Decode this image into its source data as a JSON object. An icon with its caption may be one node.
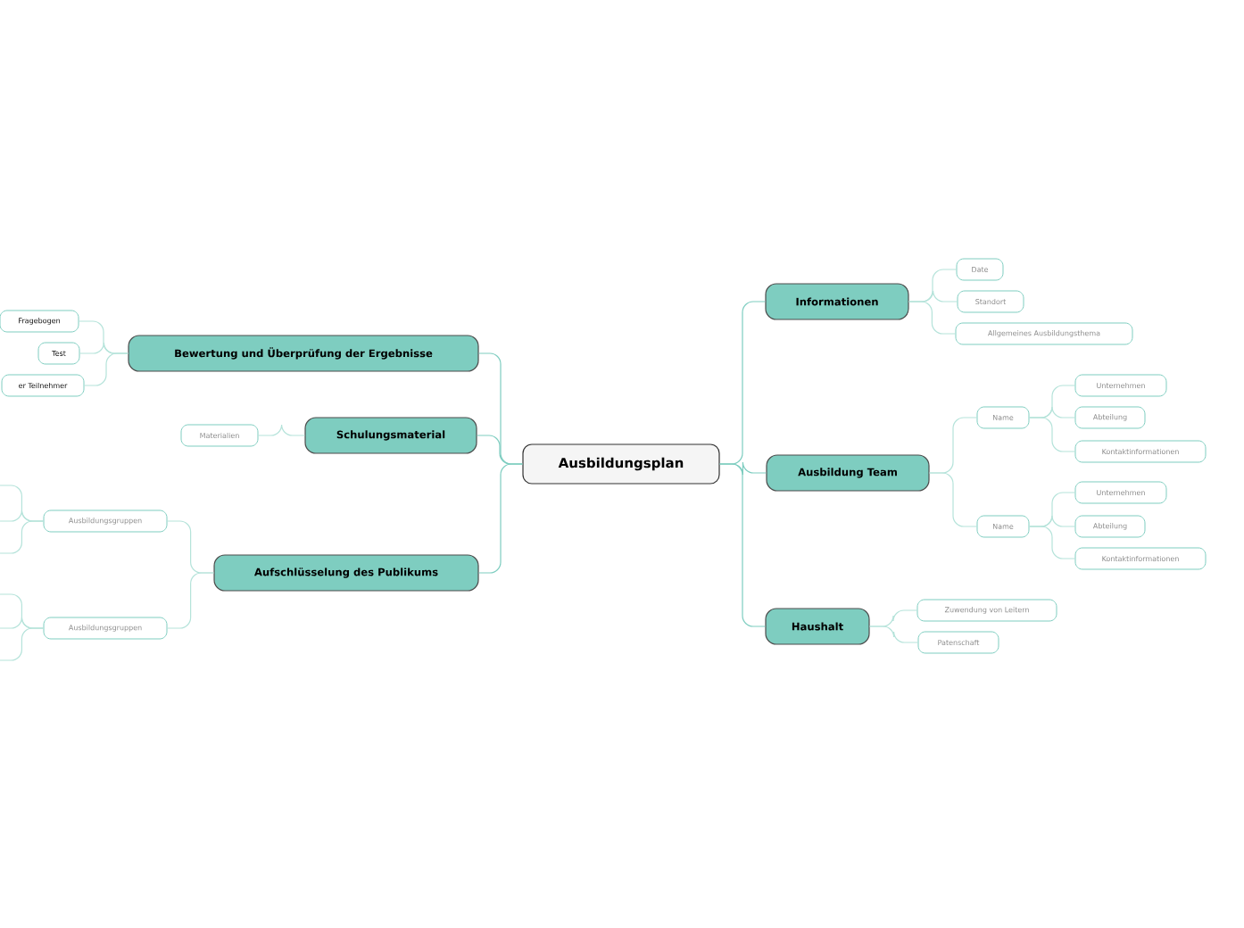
{
  "diagram": {
    "nodes": [
      {
        "text": [
          "Ausbildungsplan"
        ]
      },
      {
        "text": [
          "Informationen"
        ]
      },
      {
        "text": [
          "Date"
        ]
      },
      {
        "text": [
          "Standort"
        ]
      },
      {
        "text": [
          "Allgemeines Ausbildungsthema"
        ]
      },
      {
        "text": [
          "Ausbildung Team"
        ]
      },
      {
        "text": [
          "Name"
        ]
      },
      {
        "text": [
          "Unternehmen"
        ]
      },
      {
        "text": [
          "Abteilung"
        ]
      },
      {
        "text": [
          "Kontaktinformationen"
        ]
      },
      {
        "text": [
          "Name"
        ]
      },
      {
        "text": [
          "Unternehmen"
        ]
      },
      {
        "text": [
          "Abteilung"
        ]
      },
      {
        "text": [
          "Kontaktinformationen"
        ]
      },
      {
        "text": [
          "Haushalt"
        ]
      },
      {
        "text": [
          "Zuwendung von Leitern"
        ]
      },
      {
        "text": [
          "Patenschaft"
        ]
      },
      {
        "text": [
          "Bewertung und Überprüfung der Ergebnisse"
        ]
      },
      {
        "text": [
          "Fragebogen"
        ]
      },
      {
        "text": [
          "Test"
        ]
      },
      {
        "text": [
          "er Teilnehmer"
        ]
      },
      {
        "text": [
          "Schulungsmaterial"
        ]
      },
      {
        "text": [
          "Materialien"
        ]
      },
      {
        "text": [
          "Aufschlüsselung des Publikums"
        ]
      },
      {
        "text": [
          "Ausbildungsgruppen"
        ]
      },
      {
        "text": [
          "Ausbildungsgruppen"
        ]
      }
    ],
    "edges": [
      {
        "from": 0,
        "to": 1,
        "arrow": "none",
        "color": "#7ecdc0"
      },
      {
        "from": 1,
        "to": 2,
        "arrow": "none"
      },
      {
        "from": 1,
        "to": 3,
        "arrow": "none"
      },
      {
        "from": 1,
        "to": 4,
        "arrow": "none"
      },
      {
        "from": 0,
        "to": 5,
        "arrow": "none",
        "color": "#7ecdc0"
      },
      {
        "from": 5,
        "to": 6,
        "arrow": "none"
      },
      {
        "from": 6,
        "to": 7,
        "arrow": "none"
      },
      {
        "from": 6,
        "to": 8,
        "arrow": "none"
      },
      {
        "from": 6,
        "to": 9,
        "arrow": "none"
      },
      {
        "from": 5,
        "to": 10,
        "arrow": "none"
      },
      {
        "from": 10,
        "to": 11,
        "arrow": "none"
      },
      {
        "from": 10,
        "to": 12,
        "arrow": "none"
      },
      {
        "from": 10,
        "to": 13,
        "arrow": "none"
      },
      {
        "from": 0,
        "to": 14,
        "arrow": "none",
        "color": "#7ecdc0"
      },
      {
        "from": 14,
        "to": 15,
        "arrow": "none"
      },
      {
        "from": 14,
        "to": 16,
        "arrow": "none"
      },
      {
        "from": 0,
        "to": 17,
        "arrow": "none",
        "color": "#7ecdc0"
      },
      {
        "from": 17,
        "to": 18,
        "arrow": "none"
      },
      {
        "from": 17,
        "to": 19,
        "arrow": "none"
      },
      {
        "from": 17,
        "to": 20,
        "arrow": "none"
      },
      {
        "from": 0,
        "to": 21,
        "arrow": "none",
        "color": "#7ecdc0"
      },
      {
        "from": 21,
        "to": 22,
        "arrow": "none"
      },
      {
        "from": 0,
        "to": 23,
        "arrow": "none",
        "color": "#7ecdc0"
      },
      {
        "from": 23,
        "to": 24,
        "arrow": "none"
      },
      {
        "from": 23,
        "to": 25,
        "arrow": "none"
      },
      {
        "from": 24,
        "to": null,
        "arrow": "none"
      },
      {
        "from": 24,
        "to": null,
        "arrow": "none"
      },
      {
        "from": 24,
        "to": null,
        "arrow": "none"
      },
      {
        "from": 25,
        "to": null,
        "arrow": "none"
      },
      {
        "from": 25,
        "to": null,
        "arrow": "none"
      },
      {
        "from": 25,
        "to": null,
        "arrow": "none"
      }
    ]
  }
}
